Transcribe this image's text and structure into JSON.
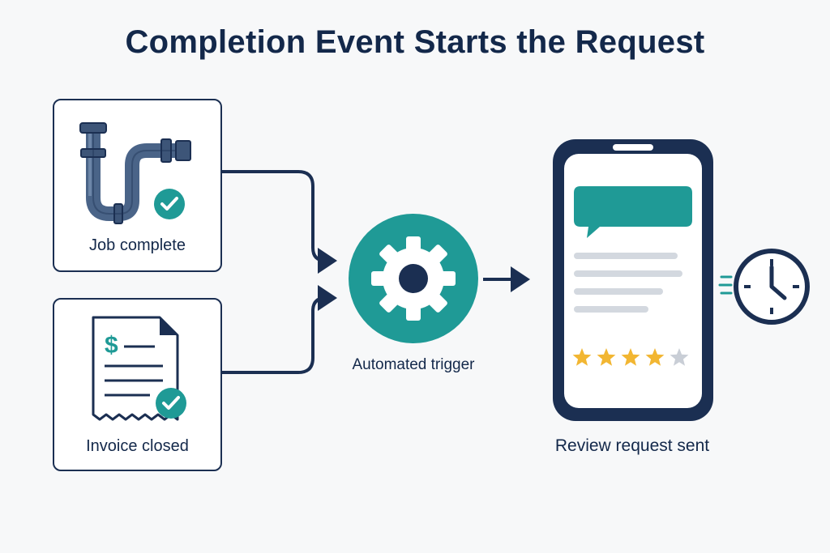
{
  "title": "Completion Event Starts the Request",
  "sources": [
    {
      "label": "Job complete",
      "icon": "pipe-icon"
    },
    {
      "label": "Invoice closed",
      "icon": "invoice-icon"
    }
  ],
  "trigger": {
    "label": "Automated trigger",
    "icon": "gear-icon"
  },
  "result": {
    "label": "Review request sent",
    "icon": "phone-icon",
    "rating_stars": 4,
    "rating_max": 5
  },
  "colors": {
    "navy": "#1b2f52",
    "teal": "#1f9a96",
    "star": "#f2b632",
    "star_empty": "#c9ced6",
    "line_gray": "#d3d8df"
  }
}
